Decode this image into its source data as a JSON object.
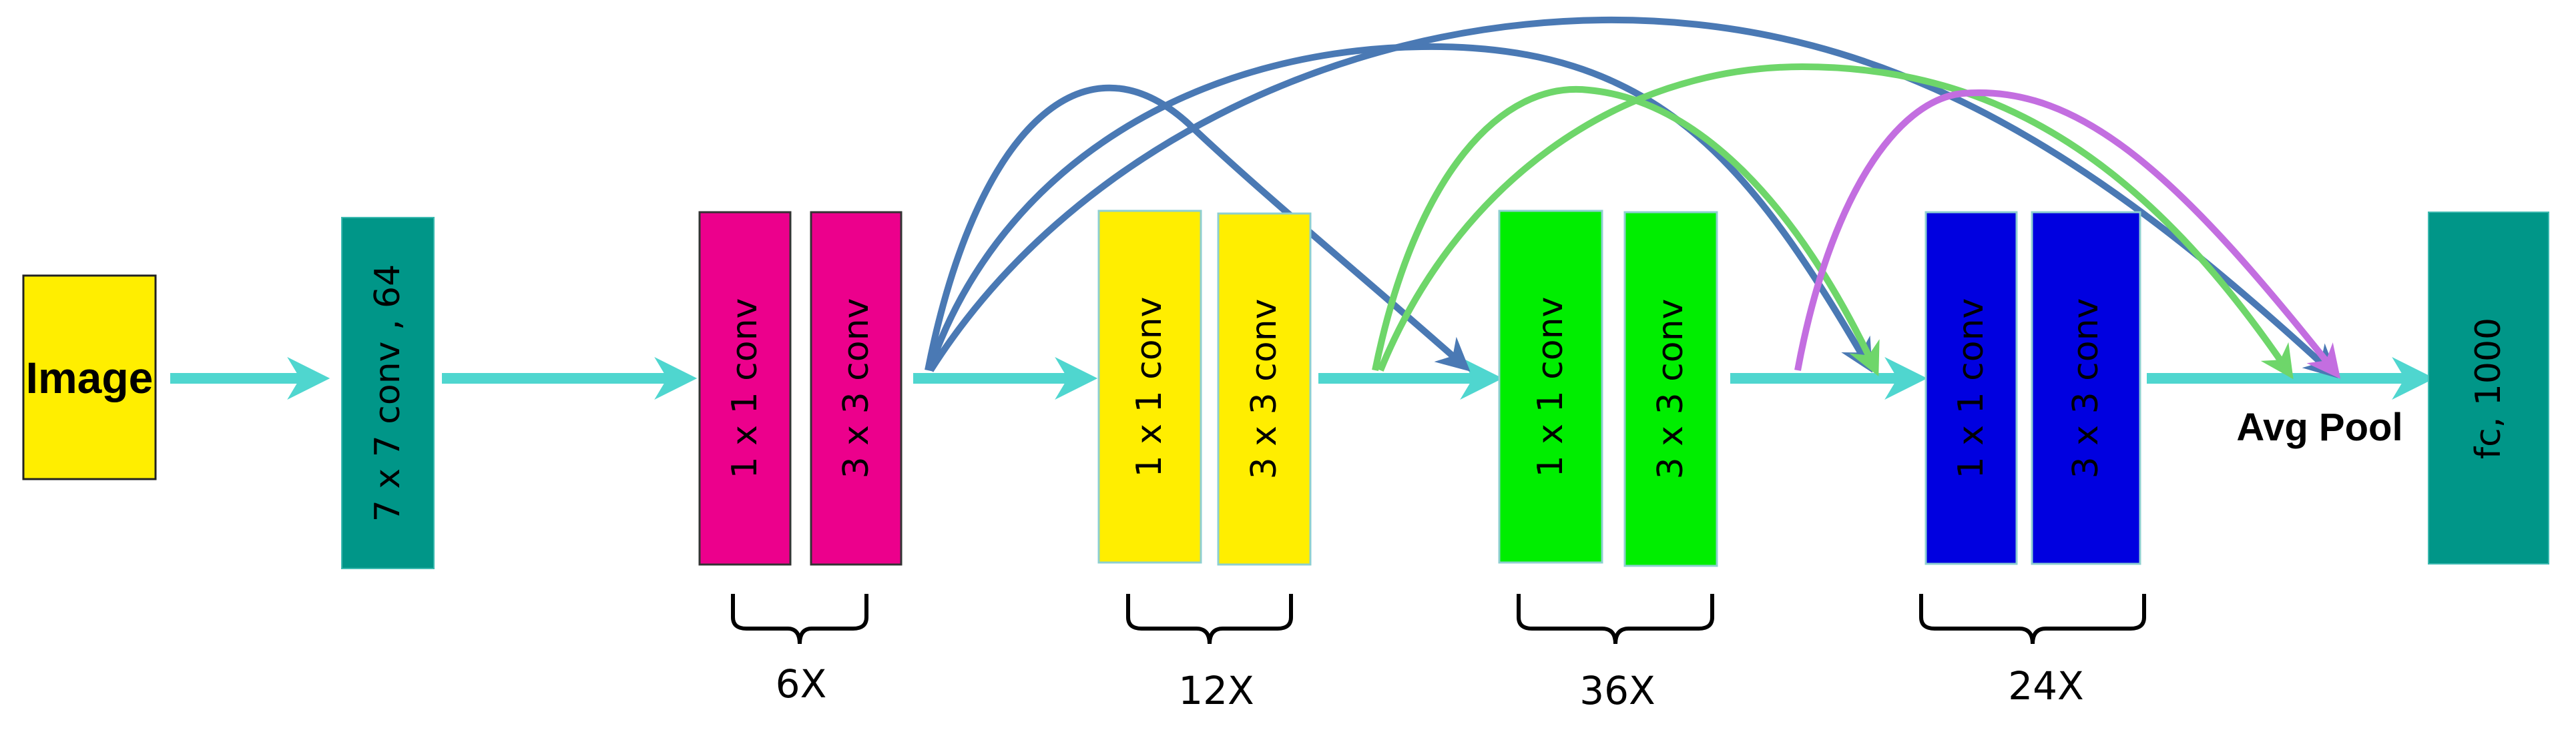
{
  "colors": {
    "flow_arrow": "#4fd6cf",
    "skip_blue": "#4a79b4",
    "skip_green": "#6ed66a",
    "skip_purple": "#c36ee0",
    "image_fill": "#ffee00",
    "conv7_fill": "#009688",
    "block1_fill": "#ec008c",
    "block2_fill": "#ffee00",
    "block3_fill": "#00ee00",
    "block4_fill": "#0000e0",
    "fc_fill": "#009688"
  },
  "nodes": {
    "image": "Image",
    "conv7": "7 x 7 conv , 64",
    "avg_pool": "Avg Pool",
    "fc": "fc, 1000"
  },
  "blocks": [
    {
      "conv_a": "1 x 1 conv",
      "conv_b": "3 x 3 conv",
      "repeat": "6X"
    },
    {
      "conv_a": "1 x 1 conv",
      "conv_b": "3 x 3 conv",
      "repeat": "12X"
    },
    {
      "conv_a": "1 x 1 conv",
      "conv_b": "3 x 3 conv",
      "repeat": "36X"
    },
    {
      "conv_a": "1 x 1 conv",
      "conv_b": "3 x 3 conv",
      "repeat": "24X"
    }
  ]
}
